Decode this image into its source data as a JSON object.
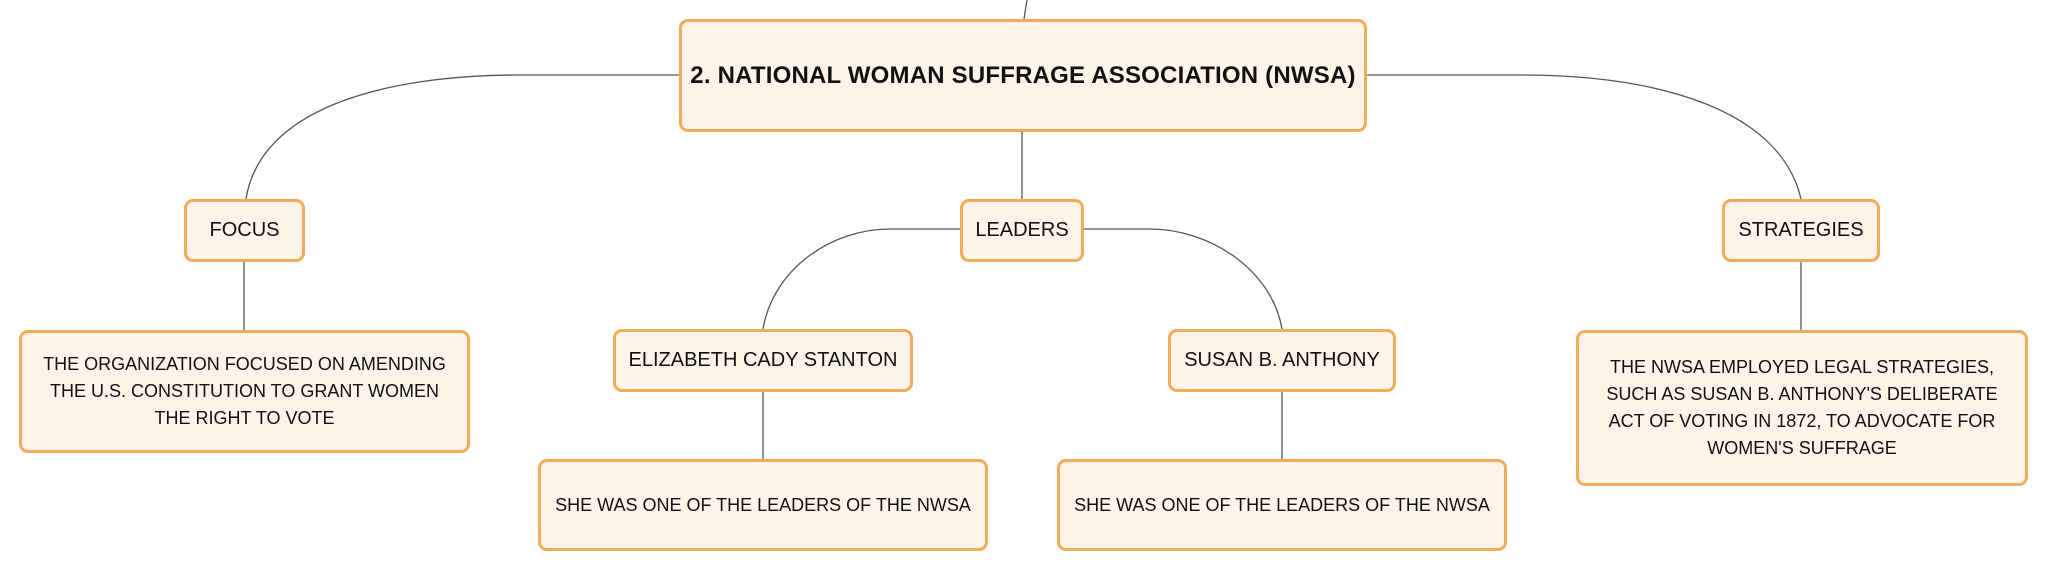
{
  "colors": {
    "node_fill": "#fdf3e9",
    "node_border": "#f3ab5a",
    "connector": "#555555",
    "text": "#111111"
  },
  "root": {
    "label": "2. NATIONAL WOMAN SUFFRAGE ASSOCIATION (NWSA)"
  },
  "branches": {
    "focus": {
      "label": "FOCUS",
      "detail": "THE ORGANIZATION FOCUSED ON AMENDING THE U.S. CONSTITUTION TO GRANT WOMEN THE RIGHT TO VOTE"
    },
    "leaders": {
      "label": "LEADERS",
      "children": [
        {
          "label": "ELIZABETH CADY STANTON",
          "detail": "SHE WAS ONE OF THE LEADERS OF THE NWSA"
        },
        {
          "label": "SUSAN B. ANTHONY",
          "detail": "SHE WAS ONE OF THE LEADERS OF THE NWSA"
        }
      ]
    },
    "strategies": {
      "label": "STRATEGIES",
      "detail": "THE NWSA EMPLOYED LEGAL STRATEGIES, SUCH AS SUSAN B. ANTHONY'S DELIBERATE ACT OF VOTING IN 1872, TO ADVOCATE FOR WOMEN'S SUFFRAGE"
    }
  }
}
